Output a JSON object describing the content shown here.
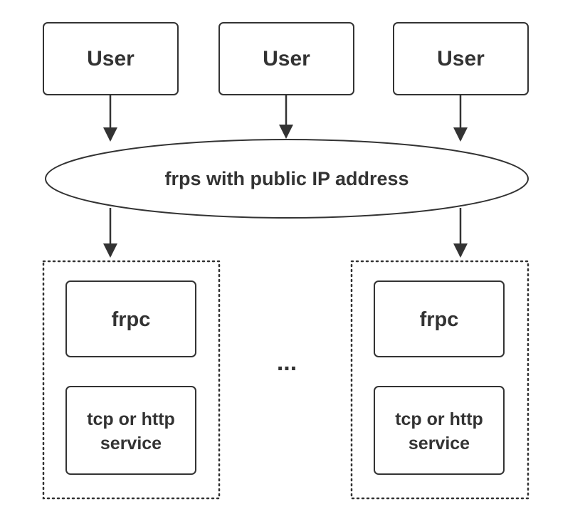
{
  "diagram": {
    "users": [
      {
        "label": "User"
      },
      {
        "label": "User"
      },
      {
        "label": "User"
      }
    ],
    "server": {
      "label": "frps with public IP address"
    },
    "clients": [
      {
        "frpc_label": "frpc",
        "service_lines": [
          "tcp or http",
          "service"
        ]
      },
      {
        "frpc_label": "frpc",
        "service_lines": [
          "tcp or http",
          "service"
        ]
      }
    ],
    "ellipsis": "..."
  },
  "colors": {
    "stroke": "#333333",
    "background": "#ffffff"
  }
}
